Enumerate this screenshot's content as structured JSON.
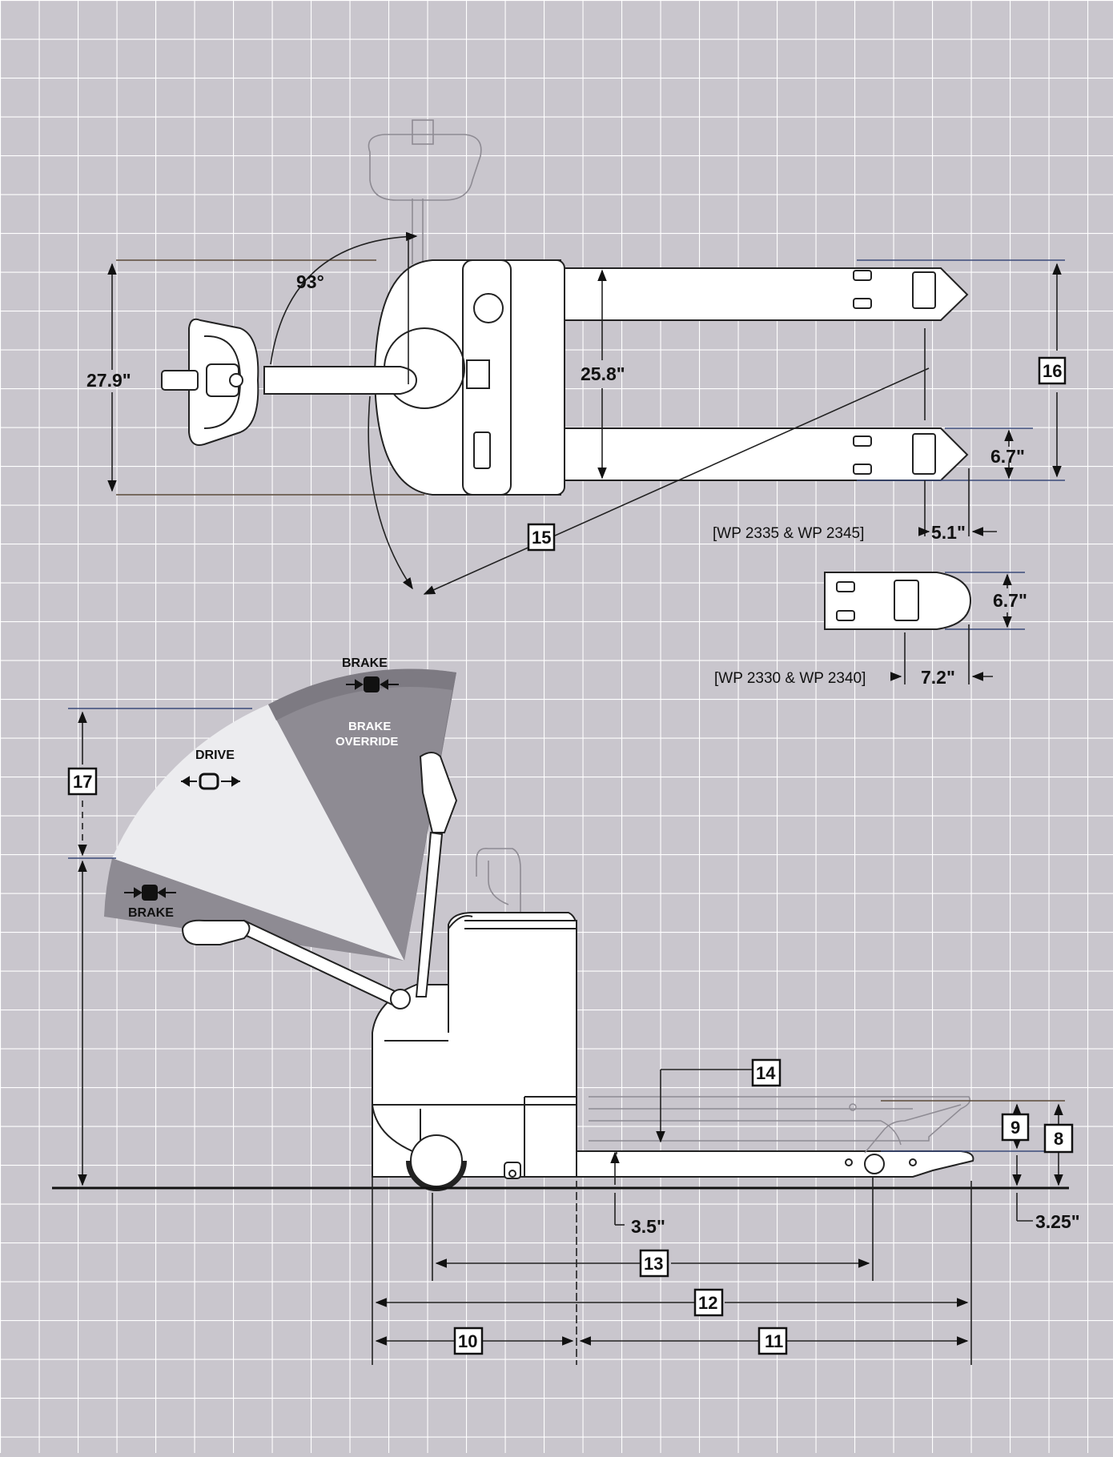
{
  "top_view": {
    "angle": "93°",
    "overall_width": "27.9\"",
    "outside_fork_width": "25.8\"",
    "fork_width": "6.7\"",
    "fork_tip": "5.1\"",
    "fork_models": "[WP 2335 & WP 2345]",
    "alt_fork_width": "6.7\"",
    "alt_fork_tip": "7.2\"",
    "alt_fork_models": "[WP 2330 & WP 2340]"
  },
  "side_view": {
    "zone_brake_top": "BRAKE",
    "zone_brake_override_1": "BRAKE",
    "zone_brake_override_2": "OVERRIDE",
    "zone_drive": "DRIVE",
    "zone_brake_bottom": "BRAKE",
    "lowered_fork_height": "3.5\"",
    "fork_tip_height": "3.25\""
  },
  "callouts": {
    "c8": "8",
    "c9": "9",
    "c10": "10",
    "c11": "11",
    "c12": "12",
    "c13": "13",
    "c14": "14",
    "c15": "15",
    "c16": "16",
    "c17": "17"
  }
}
